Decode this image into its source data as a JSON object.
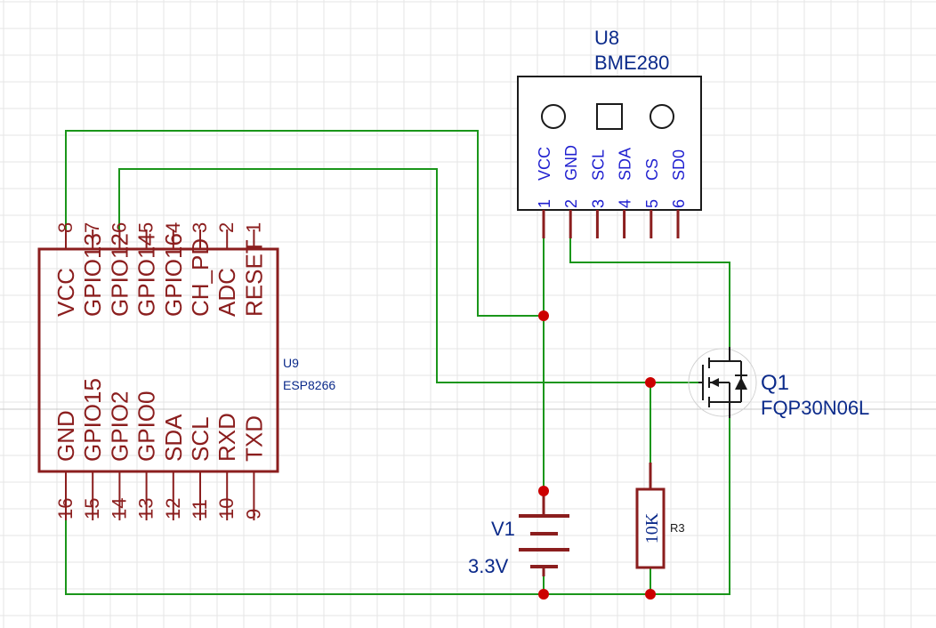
{
  "colors": {
    "background": "#ffffff",
    "grid": "#e6e6e6",
    "grid_axis": "#c8c8c8",
    "wire": "#1a961a",
    "component": "#8b1e1e",
    "junction": "#cc0000",
    "component_label_blue": "#0b2a8a",
    "pin_label_blue": "#2020d0"
  },
  "components": {
    "u8": {
      "designator": "U8",
      "value": "BME280",
      "pins": [
        {
          "number": "1",
          "name": "VCC"
        },
        {
          "number": "2",
          "name": "GND"
        },
        {
          "number": "3",
          "name": "SCL"
        },
        {
          "number": "4",
          "name": "SDA"
        },
        {
          "number": "5",
          "name": "CS"
        },
        {
          "number": "6",
          "name": "SD0"
        }
      ]
    },
    "u9": {
      "designator": "U9",
      "value": "ESP8266",
      "top_pins": [
        {
          "number": "8",
          "name": "VCC"
        },
        {
          "number": "7",
          "name": "GPIO13"
        },
        {
          "number": "6",
          "name": "GPIO12"
        },
        {
          "number": "5",
          "name": "GPIO14"
        },
        {
          "number": "4",
          "name": "GPIO16"
        },
        {
          "number": "3",
          "name": "CH_PD"
        },
        {
          "number": "2",
          "name": "ADC"
        },
        {
          "number": "1",
          "name": "RESET"
        }
      ],
      "bottom_pins": [
        {
          "number": "16",
          "name": "GND"
        },
        {
          "number": "15",
          "name": "GPIO15"
        },
        {
          "number": "14",
          "name": "GPIO2"
        },
        {
          "number": "13",
          "name": "GPIO0"
        },
        {
          "number": "12",
          "name": "SDA"
        },
        {
          "number": "11",
          "name": "SCL"
        },
        {
          "number": "10",
          "name": "RXD"
        },
        {
          "number": "9",
          "name": "TXD"
        }
      ]
    },
    "q1": {
      "designator": "Q1",
      "value": "FQP30N06L"
    },
    "r3": {
      "designator": "R3",
      "value": "10K"
    },
    "v1": {
      "designator": "V1",
      "value": "3.3V"
    }
  }
}
